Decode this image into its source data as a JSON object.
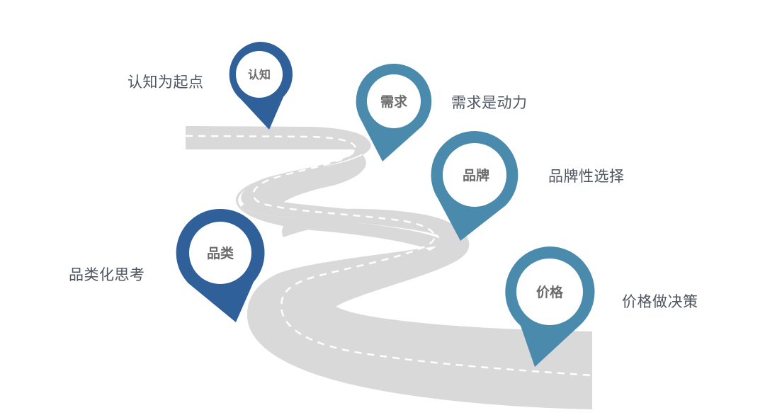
{
  "colors": {
    "road": "#d9d9d9",
    "dash": "#ffffff",
    "pin_dark": "#2f6099",
    "pin_teal": "#4a8bad",
    "pin_text": "#6b6b6b",
    "label_text": "#4d5560"
  },
  "pins": [
    {
      "id": "cognition",
      "title": "认知",
      "caption": "认知为起点",
      "color": "dark-blue"
    },
    {
      "id": "demand",
      "title": "需求",
      "caption": "需求是动力",
      "color": "teal-blue"
    },
    {
      "id": "brand",
      "title": "品牌",
      "caption": "品牌性选择",
      "color": "teal-blue"
    },
    {
      "id": "category",
      "title": "品类",
      "caption": "品类化思考",
      "color": "dark-blue"
    },
    {
      "id": "price",
      "title": "价格",
      "caption": "价格做决策",
      "color": "teal-blue"
    }
  ]
}
